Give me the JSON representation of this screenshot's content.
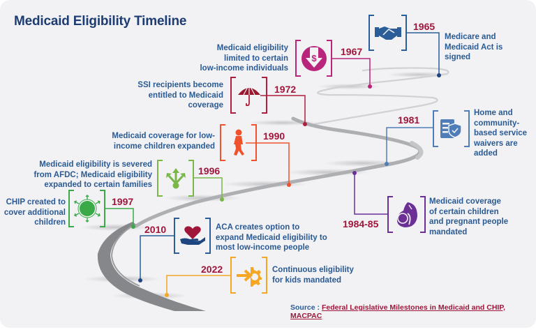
{
  "title": "Medicaid Eligibility Timeline",
  "colors": {
    "title": "#1d3c72",
    "year": "#a0163a",
    "text": "#2a5a93",
    "road": "#8e9093",
    "background": "#f2f2f5"
  },
  "milestones": [
    {
      "year": "1965",
      "text": "Medicare and Medicaid Act is signed",
      "lines": [
        "Medicare and",
        "Medicaid Act is",
        "signed"
      ],
      "icon": "handshake-icon",
      "color": "#2b5d98"
    },
    {
      "year": "1967",
      "text": "Medicaid eligibility limited to certain low-income individuals",
      "lines": [
        "Medicaid eligibility",
        "limited to certain",
        "low-income individuals"
      ],
      "icon": "dollar-down-arrow-icon",
      "color": "#b8257a"
    },
    {
      "year": "1972",
      "text": "SSI recipients become entitled to Medicaid coverage",
      "lines": [
        "SSI recipients become",
        "entitled to Medicaid",
        "coverage"
      ],
      "icon": "umbrella-icon",
      "color": "#b01e3d"
    },
    {
      "year": "1981",
      "text": "Home and community-based service waivers are added",
      "lines": [
        "Home and",
        "community-",
        "based service",
        "waivers are",
        "added"
      ],
      "icon": "shield-document-icon",
      "color": "#4f7db8"
    },
    {
      "year": "1984-85",
      "text": "Medicaid coverage of certain children and pregnant people mandated",
      "lines": [
        "Medicaid coverage",
        "of certain children",
        "and pregnant people",
        "mandated"
      ],
      "icon": "mother-child-icon",
      "color": "#6b2f96"
    },
    {
      "year": "1990",
      "text": "Medicaid coverage for low-income children expanded",
      "lines": [
        "Medicaid coverage for low-",
        "income children expanded"
      ],
      "icon": "child-walking-icon",
      "color": "#f0522b"
    },
    {
      "year": "1996",
      "text": "Medicaid eligibility is severed from AFDC; Medicaid eligibility expanded to certain families",
      "lines": [
        "Medicaid eligibility is severed",
        "from AFDC; Medicaid eligibility",
        "expanded to certain families"
      ],
      "icon": "branching-arrows-icon",
      "color": "#7ab648"
    },
    {
      "year": "1997",
      "text": "CHIP created to cover additional children",
      "lines": [
        "CHIP created to",
        "cover additional",
        "children"
      ],
      "icon": "expanding-circle-icon",
      "color": "#3aaa48"
    },
    {
      "year": "2010",
      "text": "ACA creates option to expand Medicaid eligibility to most low-income people",
      "lines": [
        "ACA creates option to",
        "expand Medicaid eligibility to",
        "most low-income people"
      ],
      "icon": "heart-in-hand-icon",
      "color": "#2b5d98"
    },
    {
      "year": "2022",
      "text": "Continuous eligibility for kids mandated",
      "lines": [
        "Continuous eligibility",
        "for kids mandated"
      ],
      "icon": "arrow-gear-icon",
      "color": "#f5a623"
    }
  ],
  "source": {
    "label": "Source :",
    "link_text": "Federal Legislative Milestones in Medicaid and CHIP, MACPAC"
  }
}
